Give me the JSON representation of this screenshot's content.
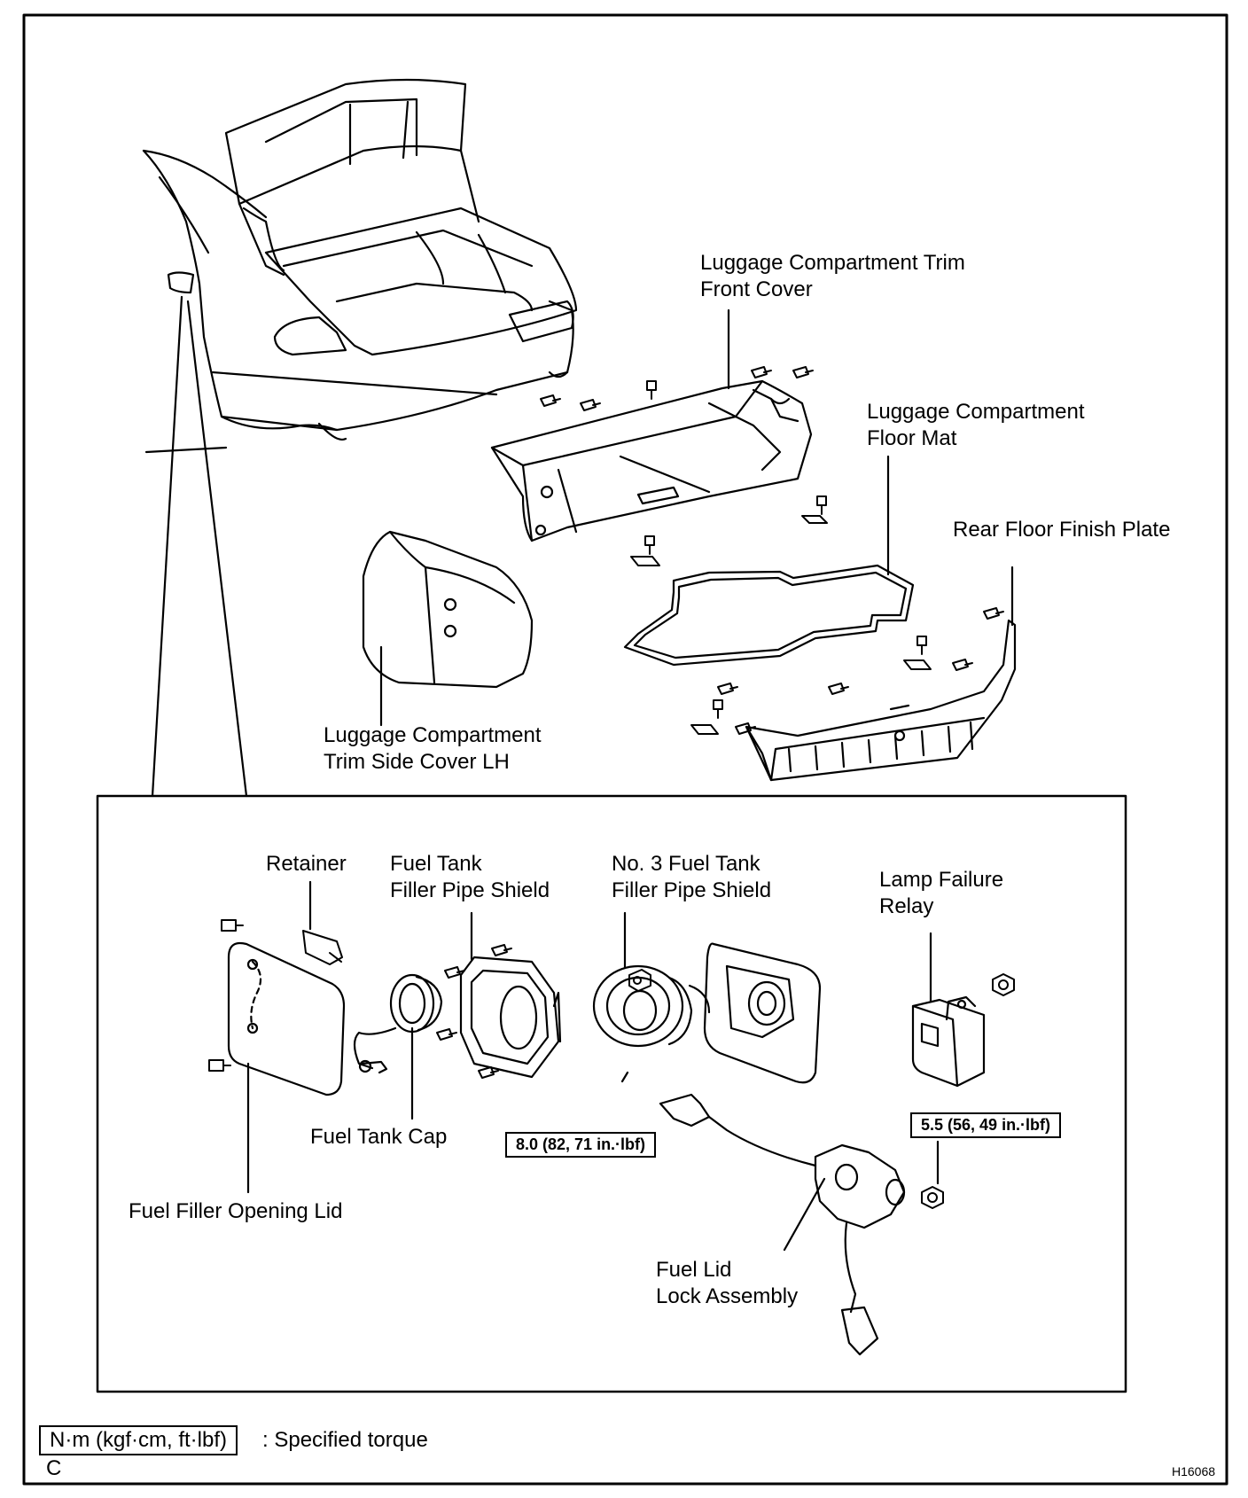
{
  "labels": {
    "trim_front_cover": "Luggage Compartment Trim\nFront Cover",
    "floor_mat": "Luggage Compartment\nFloor Mat",
    "rear_floor_finish_plate": "Rear Floor Finish Plate",
    "trim_side_cover_lh": "Luggage Compartment\nTrim Side Cover LH",
    "retainer": "Retainer",
    "fuel_tank_filler_pipe_shield": "Fuel Tank\nFiller Pipe Shield",
    "no3_fuel_tank_filler_pipe_shield": "No. 3 Fuel Tank\nFiller Pipe Shield",
    "lamp_failure_relay": "Lamp Failure\nRelay",
    "fuel_tank_cap": "Fuel Tank Cap",
    "fuel_filler_opening_lid": "Fuel Filler Opening Lid",
    "fuel_lid_lock_assembly": "Fuel Lid\nLock Assembly"
  },
  "torques": {
    "lock_nut": "8.0 (82, 71 in.·lbf)",
    "relay_nut": "5.5 (56, 49 in.·lbf)"
  },
  "legend": {
    "unit_box": "N·m (kgf·cm, ft·lbf)",
    "description": ": Specified torque",
    "corner_letter": "C",
    "figure_code": "H16068"
  }
}
